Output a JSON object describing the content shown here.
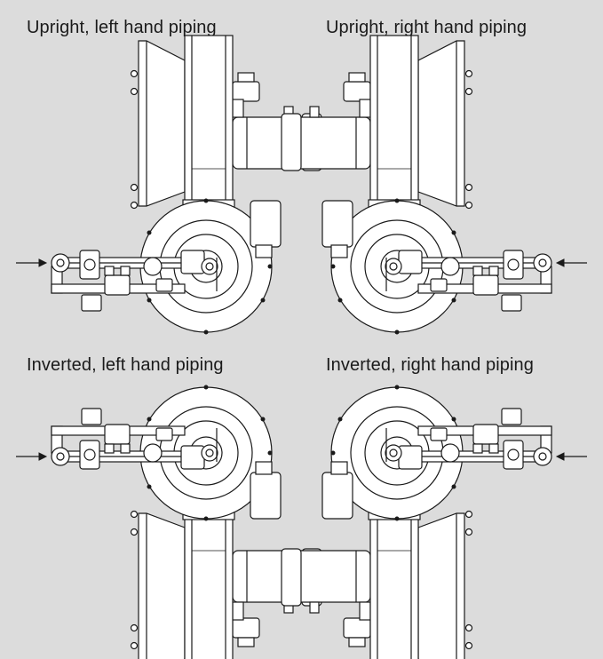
{
  "captions": {
    "upright_left": "Upright, left hand piping",
    "upright_right": "Upright, right hand piping",
    "inverted_left": "Inverted, left hand piping",
    "inverted_right": "Inverted, right hand piping"
  },
  "colors": {
    "background": "#dcdcdc",
    "line": "#1a1a1a",
    "fill": "#ffffff"
  }
}
